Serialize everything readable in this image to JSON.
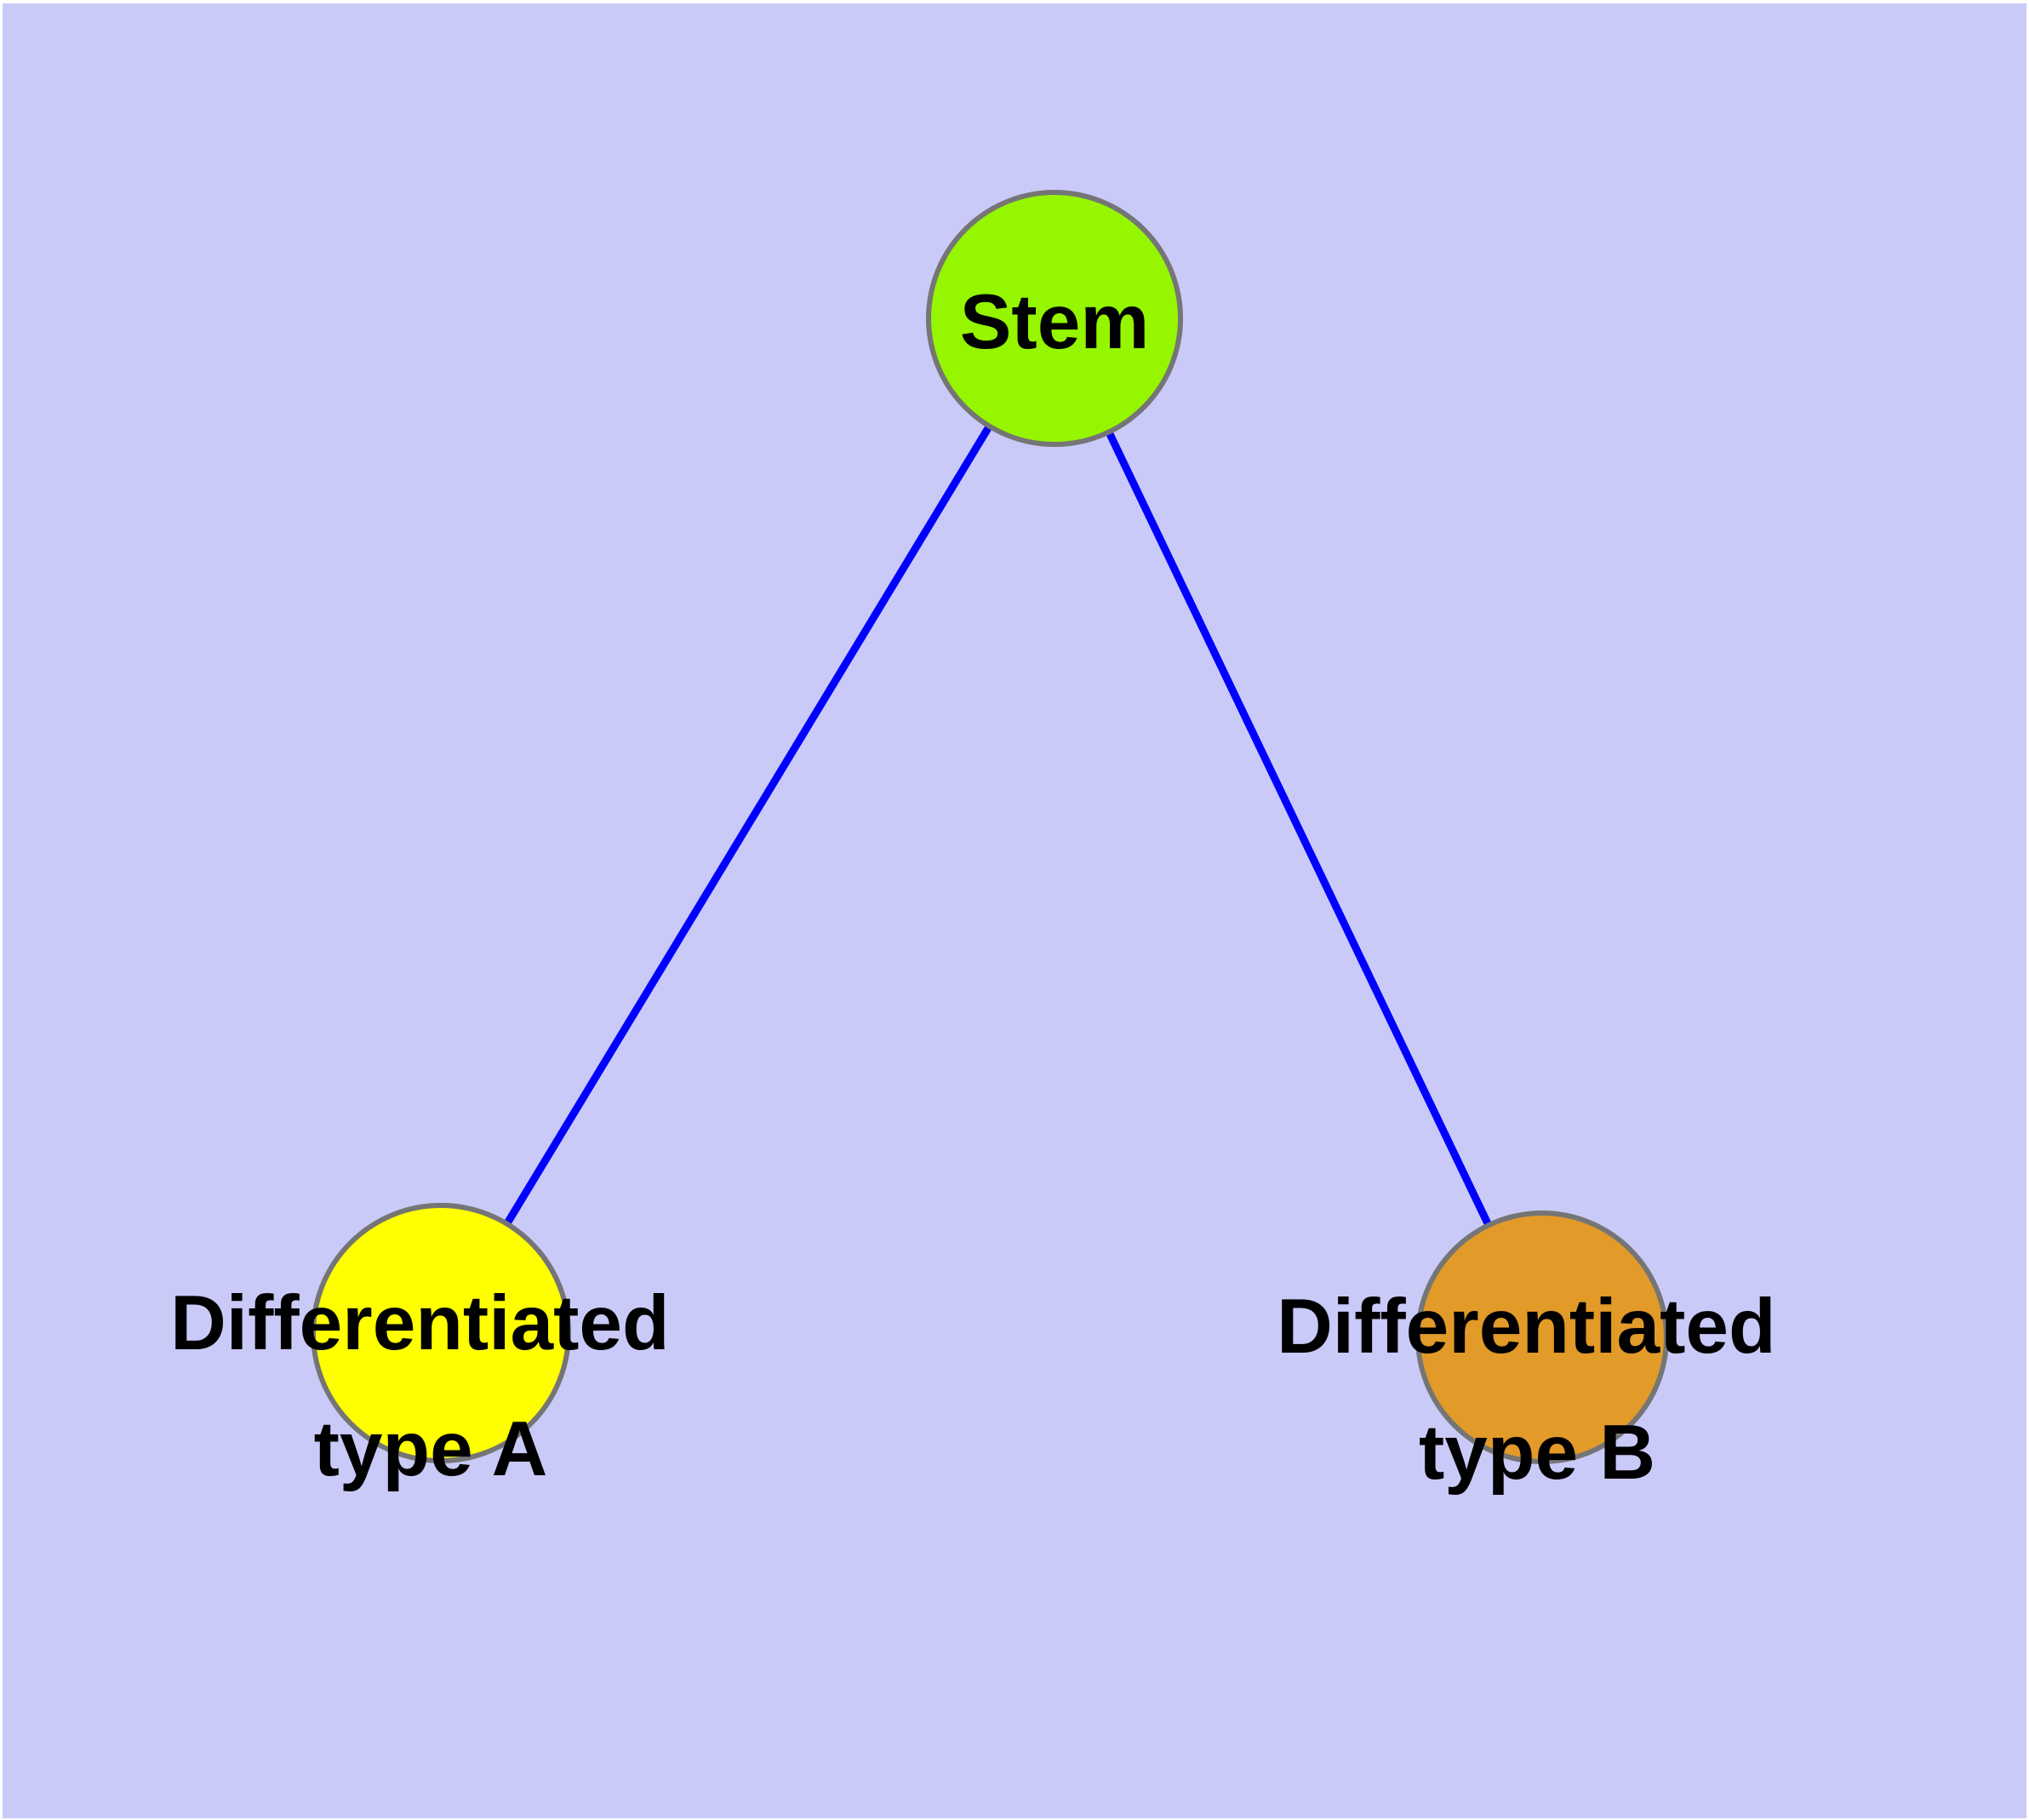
{
  "canvas": {
    "page_background": "#FFFFFF",
    "plot_background": "#CACAF9"
  },
  "graph": {
    "type": "undirected-graph",
    "nodes": [
      {
        "id": "stem",
        "label_lines": [
          "Stem"
        ],
        "fill": "#95F600",
        "border": "#757575",
        "label_color": "#000000"
      },
      {
        "id": "differentiated-type-a",
        "label_lines": [
          "Differentiated",
          "type A"
        ],
        "fill": "#FFFF00",
        "border": "#757575",
        "label_color": "#000000"
      },
      {
        "id": "differentiated-type-b",
        "label_lines": [
          "Differentiated",
          "type B"
        ],
        "fill": "#E29A28",
        "border": "#757575",
        "label_color": "#000000"
      }
    ],
    "edges": [
      {
        "source": "stem",
        "target": "differentiated-type-a",
        "color": "#0000FF"
      },
      {
        "source": "stem",
        "target": "differentiated-type-b",
        "color": "#0000FF"
      }
    ]
  }
}
